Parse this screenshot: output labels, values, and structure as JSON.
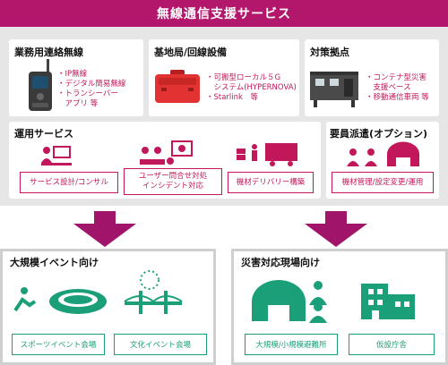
{
  "header": {
    "title": "無線通信支援サービス"
  },
  "business_radio": {
    "title": "業務用連絡無線",
    "bullets": [
      "・IP無線",
      "・デジタル簡易無線",
      "・トランシーバー",
      "　アプリ 等"
    ]
  },
  "base_station": {
    "title": "基地局/回線設備",
    "bullets": [
      "・可搬型ローカル５G",
      "　システム(HYPERNOVA)",
      "・Starlink　等"
    ]
  },
  "countermeasure_base": {
    "title": "対策拠点",
    "bullets": [
      "・コンテナ型災害",
      "　支援ベース",
      "・移動通信車両 等"
    ]
  },
  "operation_services": {
    "title": "運用サービス",
    "items": [
      {
        "lines": [
          "サービス設計/コンサル"
        ]
      },
      {
        "lines": [
          "ユーザー問合せ対処",
          "インシデント対応"
        ]
      },
      {
        "lines": [
          "機材デリバリー構築"
        ]
      }
    ]
  },
  "staff_dispatch": {
    "title": "要員派遣(オプション)",
    "item": "機材管理/設定変更/運用"
  },
  "large_events": {
    "title": "大規模イベント向け",
    "items": [
      "スポーツイベント会場",
      "文化イベント会場"
    ]
  },
  "disaster_sites": {
    "title": "災害対応現場向け",
    "items": [
      "大規模/小規模避難所",
      "仮設庁舎"
    ]
  },
  "colors": {
    "brand": "#b3176c",
    "accent_text": "#c2185b",
    "green": "#1a9f78",
    "panel": "#e6e6e6"
  }
}
